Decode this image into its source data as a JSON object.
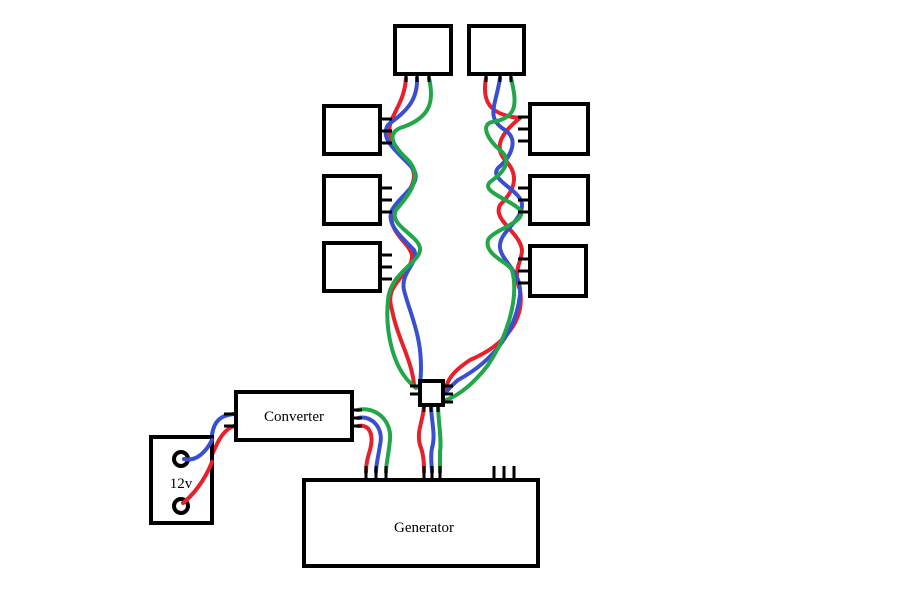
{
  "labels": {
    "converter": "Converter",
    "generator": "Generator",
    "battery": "12v"
  },
  "colors": {
    "red": "#e8202a",
    "blue": "#3a4fd0",
    "green": "#21a64a",
    "outline": "#000000"
  }
}
